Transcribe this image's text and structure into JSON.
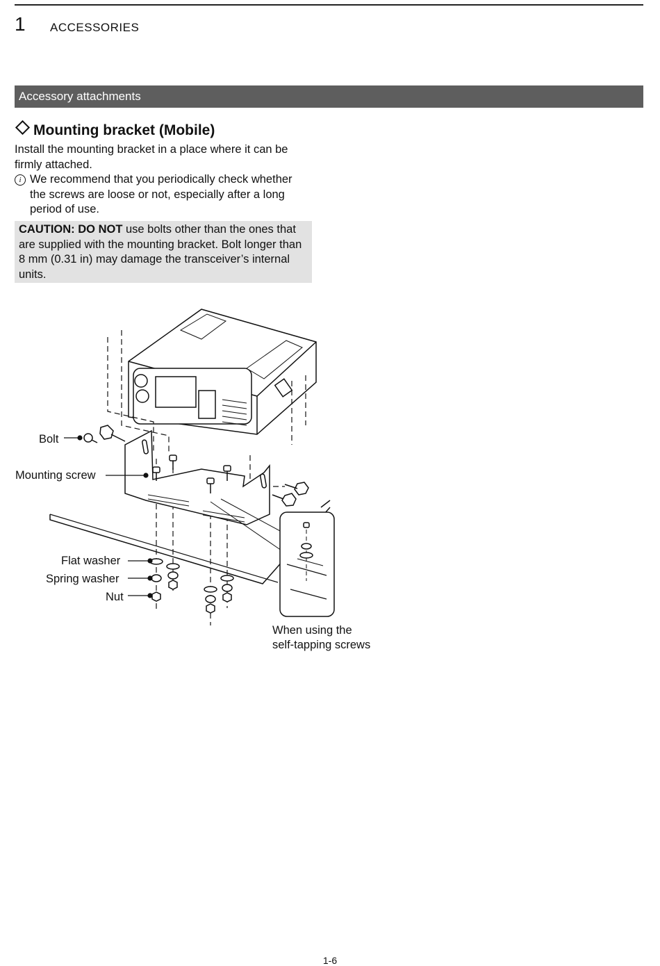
{
  "header": {
    "chapter_number": "1",
    "chapter_title": "ACCESSORIES"
  },
  "section": {
    "title": "Accessory attachments"
  },
  "content": {
    "heading": "Mounting bracket (Mobile)",
    "intro": "Install the mounting bracket in a place where it can be firmly attached.",
    "note": "We recommend that you periodically check whether the screws are loose or not, especially after a long period of use.",
    "caution_prefix": "CAUTION: DO NOT",
    "caution_text": " use bolts other than the ones that are supplied with the mounting bracket. Bolt longer than 8 mm (0.31 in) may damage the transceiver’s internal units."
  },
  "figure": {
    "labels": {
      "bolt": "Bolt",
      "mounting_screw": "Mounting screw",
      "flat_washer": "Flat washer",
      "spring_washer": "Spring washer",
      "nut": "Nut",
      "self_tapping_line1": "When using the",
      "self_tapping_line2": "self-tapping screws"
    },
    "icons": [
      "info-icon",
      "diamond-icon"
    ]
  },
  "footer": {
    "page_number": "1-6"
  }
}
